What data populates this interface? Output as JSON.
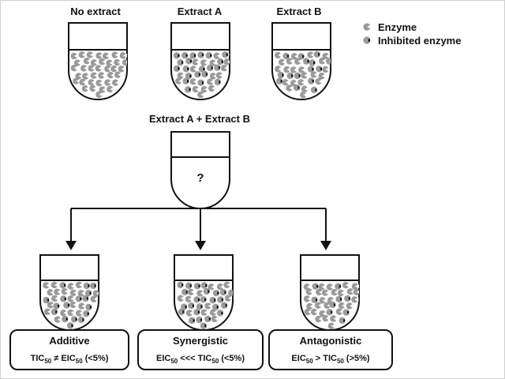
{
  "top_labels": {
    "no_extract": "No extract",
    "extract_a": "Extract A",
    "extract_b": "Extract B"
  },
  "legend": {
    "enzyme": "Enzyme",
    "inhibited_enzyme": "Inhibited enzyme"
  },
  "combo": {
    "title": "Extract A + Extract B",
    "question_mark": "?"
  },
  "outcomes": [
    {
      "title": "Additive",
      "f_a": "TIC",
      "f_a_sub": "50",
      "f_op": " ≠ ",
      "f_b": "EIC",
      "f_b_sub": "50",
      "f_tail": " (<5%)"
    },
    {
      "title": "Synergistic",
      "f_a": "EIC",
      "f_a_sub": "50",
      "f_op": " <<< ",
      "f_b": "TIC",
      "f_b_sub": "50",
      "f_tail": " (<5%)"
    },
    {
      "title": "Antagonistic",
      "f_a": "EIC",
      "f_a_sub": "50",
      "f_op": " > ",
      "f_b": "TIC",
      "f_b_sub": "50",
      "f_tail": " (>5%)"
    }
  ],
  "colors": {
    "enzyme": "#9a9a9a",
    "line": "#111111"
  }
}
